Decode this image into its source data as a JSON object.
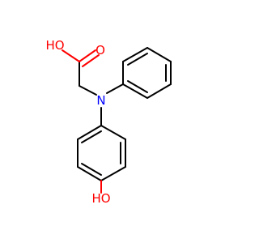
{
  "molecule": {
    "atoms": {
      "carbonyl_oxygen": {
        "label": "O",
        "color": "#ff0000"
      },
      "hydroxyl_acid": {
        "label": "HO",
        "color": "#ff0000"
      },
      "amine_nitrogen": {
        "label": "N",
        "color": "#0000ff"
      },
      "phenol_hydroxyl": {
        "label": "HO",
        "color": "#ff0000"
      }
    },
    "bond_color": "#000000"
  }
}
